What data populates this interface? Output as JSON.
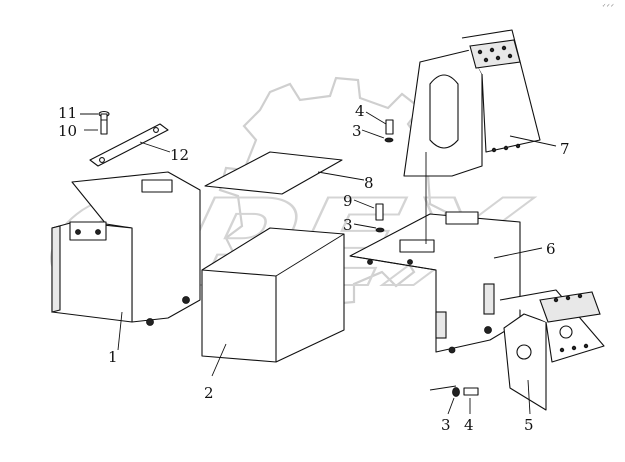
{
  "watermark": {
    "text": "OPEX"
  },
  "corner_mark": "✓✓✓",
  "callouts": {
    "c1": "1",
    "c2": "2",
    "c3a": "3",
    "c3b": "3",
    "c3c": "3",
    "c4a": "4",
    "c4b": "4",
    "c5": "5",
    "c6": "6",
    "c7": "7",
    "c8": "8",
    "c9": "9",
    "c10": "10",
    "c11": "11",
    "c12": "12"
  },
  "colors": {
    "line": "#111111",
    "watermark": "#cfcfcf"
  }
}
